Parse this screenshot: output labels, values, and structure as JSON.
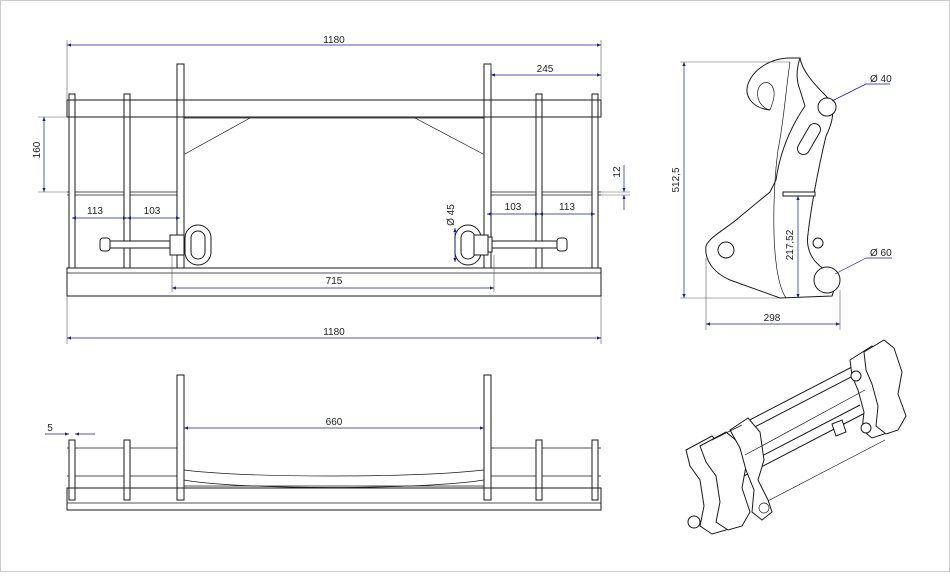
{
  "drawing": {
    "colors": {
      "dimension": "#1a1aa0",
      "object": "#1a1a1a",
      "background": "#ffffff"
    },
    "front_view": {
      "dim_top_width": "1180",
      "dim_right_offset": "245",
      "dim_height": "160",
      "dim_plate": "12",
      "dim_left_a": "113",
      "dim_left_b": "103",
      "dim_right_a": "103",
      "dim_right_b": "113",
      "dim_ring_dia": "Ø 45",
      "dim_hook_span": "715",
      "dim_bottom_width": "1180"
    },
    "side_view": {
      "dim_height": "512,5",
      "dim_top_pin": "Ø 40",
      "dim_bottom_pin": "Ø 60",
      "dim_hole_height": "217,52",
      "dim_depth": "298"
    },
    "bottom_view": {
      "dim_inner_span": "660",
      "dim_edge": "5"
    }
  }
}
